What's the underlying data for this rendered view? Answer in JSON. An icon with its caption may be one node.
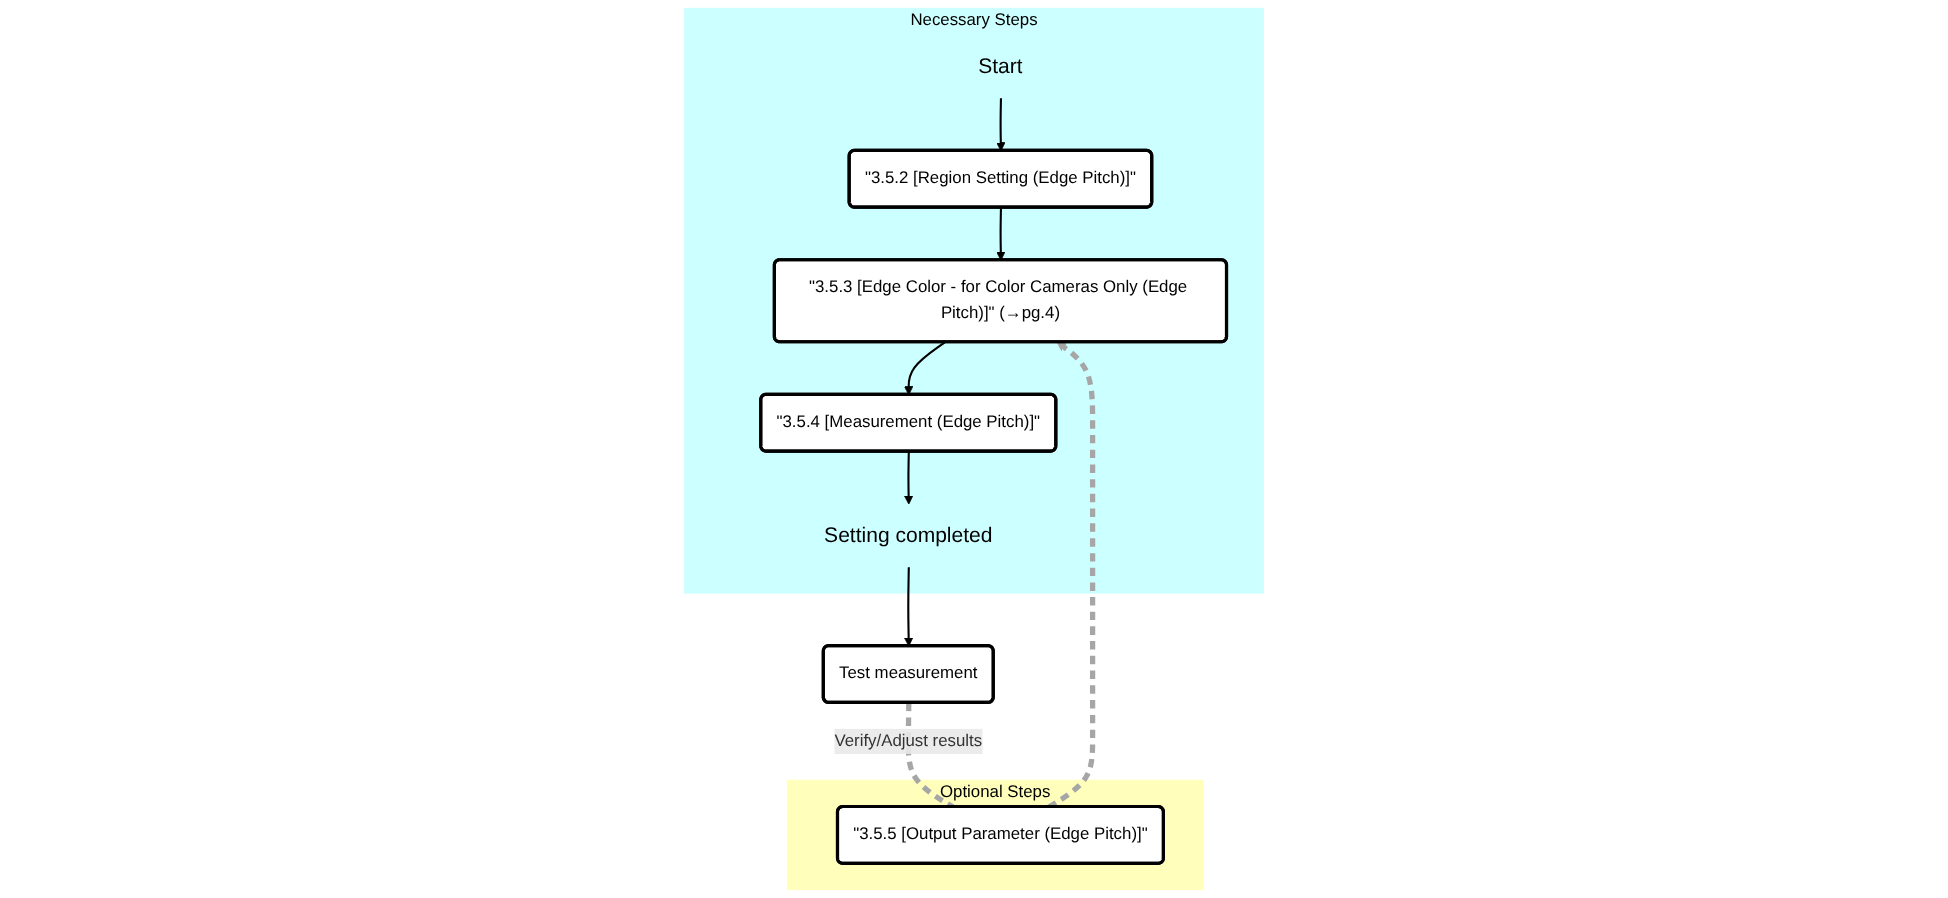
{
  "diagram": {
    "nodes": [
      {
        "text": [
          "Necessary Steps"
        ]
      },
      {
        "text": [
          "Start"
        ],
        "in": 0
      },
      {
        "text": [
          "\"3.5.2 [Region Setting (Edge Pitch)]\""
        ],
        "in": 0
      },
      {
        "text": [
          "\"3.5.3 [Edge Color - for Color Cameras Only (Edge Pitch)]\" (→pg.4)"
        ],
        "in": 0
      },
      {
        "text": [
          "\"3.5.4 [Measurement (Edge Pitch)]\""
        ],
        "in": 0
      },
      {
        "text": [
          "Setting completed"
        ],
        "in": 0
      },
      {
        "text": [
          "Test measurement"
        ]
      },
      {
        "text": [
          "Optional Steps"
        ]
      },
      {
        "text": [
          "\"3.5.5 [Output Parameter (Edge Pitch)]\""
        ],
        "in": 7
      }
    ],
    "edges": [
      {
        "from": 1,
        "to": 2,
        "arrow": "to"
      },
      {
        "from": 2,
        "to": 3,
        "arrow": "to"
      },
      {
        "from": 3,
        "to": 4,
        "arrow": "to"
      },
      {
        "from": 4,
        "to": 5,
        "arrow": "to"
      },
      {
        "from": 5,
        "to": 6,
        "arrow": "to"
      },
      {
        "from": 6,
        "to": 8,
        "arrow": "none",
        "label": "Verify/Adjust results",
        "style": "dashed",
        "color": "#a6a6a6"
      },
      {
        "from": 8,
        "to": 3,
        "arrow": "to",
        "style": "dashed",
        "color": "#a6a6a6"
      }
    ]
  }
}
